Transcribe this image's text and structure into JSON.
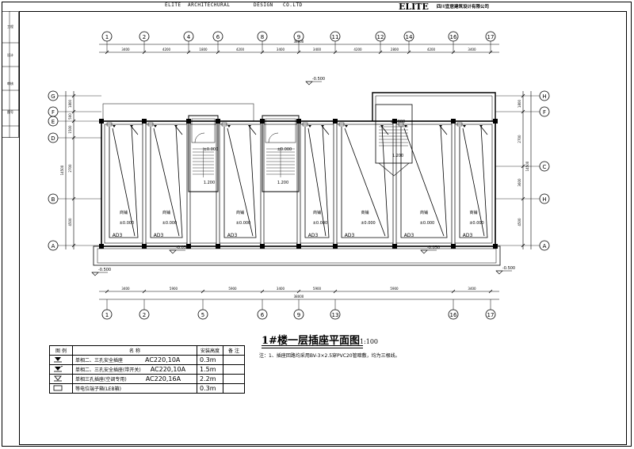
{
  "header": {
    "company_en_1": "ELITE",
    "company_en_2": "ARCHITECHURAL",
    "company_en_3": "DESIGN",
    "company_en_4": "CO.LTD",
    "logo_text": "ELITE",
    "company_cn": "四川宜居建筑设计有限公司"
  },
  "axes_top": [
    "1",
    "2",
    "4",
    "6",
    "8",
    "9",
    "11",
    "12",
    "14",
    "16",
    "17"
  ],
  "axes_bottom": [
    "1",
    "2",
    "5",
    "6",
    "9",
    "13",
    "16",
    "17"
  ],
  "axes_left": [
    "G",
    "F",
    "E",
    "D",
    "B",
    "A"
  ],
  "axes_right": [
    "H",
    "F",
    "C",
    "H",
    "A"
  ],
  "dims_top": [
    "3400",
    "4200",
    "1800",
    "4200",
    "3400",
    "3400",
    "4200",
    "2800",
    "4200",
    "3400"
  ],
  "dims_top_total": "38000",
  "dims_bottom": [
    "3400",
    "5900",
    "5900",
    "3400",
    "5900",
    "5900",
    "3400"
  ],
  "dims_bottom_total": "38000",
  "dims_left": [
    "1800",
    "500",
    "1500",
    "2700",
    "4500"
  ],
  "dims_left_total": "14500",
  "dims_right": [
    "1800",
    "2700",
    "3600",
    "4500"
  ],
  "dims_right_total": "14500",
  "levels": {
    "top": "-0.500",
    "front": "-0.050",
    "front_right": "-0.050",
    "outer_left": "-0.500",
    "outer_right": "-0.500",
    "stair": "±0.000",
    "stair_landing": "1.200",
    "room_floor": "±0.000"
  },
  "room_labels": [
    "商铺",
    "商铺",
    "商铺",
    "商铺",
    "商铺",
    "商铺",
    "商铺"
  ],
  "panel_labels": [
    "AD3",
    "AD3",
    "AD3",
    "AD3",
    "AD3",
    "AD3",
    "AD3"
  ],
  "title": {
    "main": "1#楼一层插座平面图",
    "scale": "1:100"
  },
  "note": "注：1、插座回路均采用BV-3×2.5穿PVC20管暗敷，均为三根线。",
  "legend": {
    "headers": [
      "图 例",
      "名 称",
      "安装高度",
      "备 注"
    ],
    "rows": [
      {
        "name": "单相二、三孔安全插座",
        "spec": "AC220,10A",
        "height": "0.3m",
        "remark": ""
      },
      {
        "name": "单相二、三孔安全插座(带开关)",
        "spec": "AC220,10A",
        "height": "1.5m",
        "remark": ""
      },
      {
        "name": "单相三孔插座(空调专用)",
        "spec": "AC220,16A",
        "height": "2.2m",
        "remark": ""
      },
      {
        "name": "等电位端子箱(LEB箱)",
        "spec": "",
        "height": "0.3m",
        "remark": ""
      }
    ]
  },
  "sidebar_labels": [
    "工程",
    "设计",
    "审核",
    "图号"
  ]
}
